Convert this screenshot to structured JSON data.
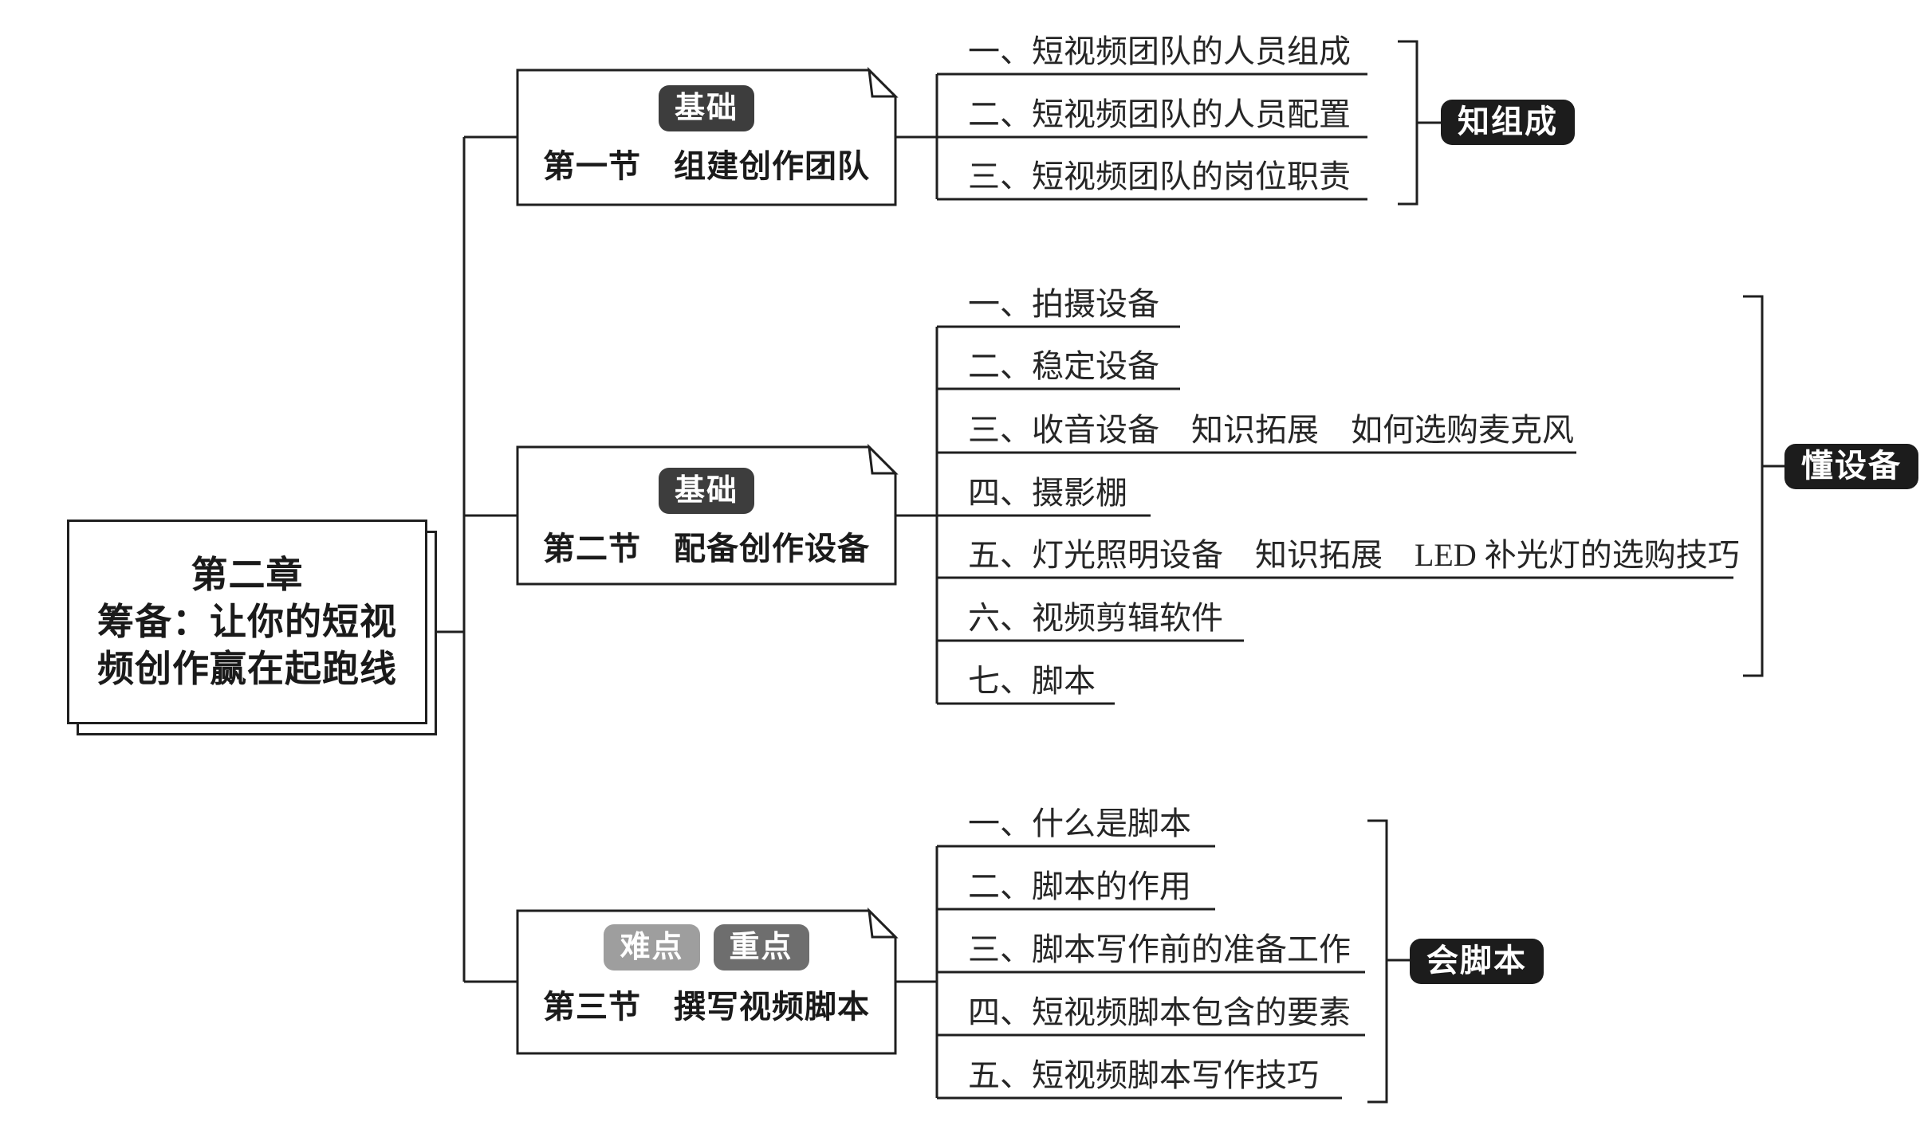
{
  "root": {
    "line1": "第二章",
    "line2": "筹备：让你的短视",
    "line3": "频创作赢在起跑线"
  },
  "sections": [
    {
      "badges": [
        {
          "label": "基础",
          "color": "#3d3d3d"
        }
      ],
      "title": "第一节　组建创作团队",
      "items": [
        "一、短视频团队的人员组成",
        "二、短视频团队的人员配置",
        "三、短视频团队的岗位职责"
      ],
      "tag": {
        "label": "知组成",
        "color": "#1c1c1c"
      }
    },
    {
      "badges": [
        {
          "label": "基础",
          "color": "#3d3d3d"
        }
      ],
      "title": "第二节　配备创作设备",
      "items": [
        "一、拍摄设备",
        "二、稳定设备",
        "三、收音设备　知识拓展　如何选购麦克风",
        "四、摄影棚",
        "五、灯光照明设备　知识拓展　LED 补光灯的选购技巧",
        "六、视频剪辑软件",
        "七、脚本"
      ],
      "tag": {
        "label": "懂设备",
        "color": "#1c1c1c"
      }
    },
    {
      "badges": [
        {
          "label": "难点",
          "color": "#9e9e9e"
        },
        {
          "label": "重点",
          "color": "#6e6e6e"
        }
      ],
      "title": "第三节　撰写视频脚本",
      "items": [
        "一、什么是脚本",
        "二、脚本的作用",
        "三、脚本写作前的准备工作",
        "四、短视频脚本包含的要素",
        "五、短视频脚本写作技巧"
      ],
      "tag": {
        "label": "会脚本",
        "color": "#1c1c1c"
      }
    }
  ],
  "colors": {
    "line": "#1f1f1f",
    "node_border": "#1f1f1f"
  }
}
